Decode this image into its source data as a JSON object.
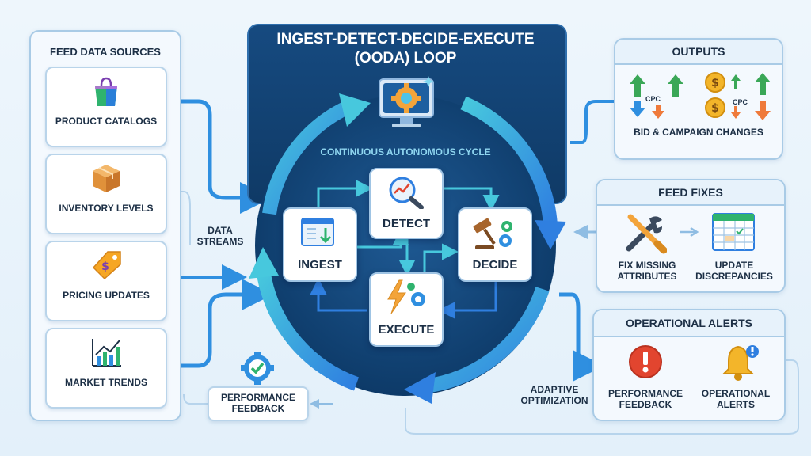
{
  "feed_sources": {
    "title": "FEED DATA SOURCES",
    "items": [
      {
        "label": "PRODUCT CATALOGS",
        "icon": "shopping-bag-icon"
      },
      {
        "label": "INVENTORY LEVELS",
        "icon": "box-icon"
      },
      {
        "label": "PRICING UPDATES",
        "icon": "price-tag-icon"
      },
      {
        "label": "MARKET TRENDS",
        "icon": "trend-chart-icon"
      }
    ]
  },
  "data_streams_label": "DATA STREAMS",
  "loop": {
    "title_line1": "INGEST-DETECT-DECIDE-EXECUTE",
    "title_line2": "(OODA) LOOP",
    "subtitle": "CONTINUOUS AUTONOMOUS CYCLE",
    "steps": {
      "ingest": "INGEST",
      "detect": "DETECT",
      "decide": "DECIDE",
      "execute": "EXECUTE"
    }
  },
  "performance_feedback_left": "PERFORMANCE FEEDBACK",
  "adaptive_label": "ADAPTIVE OPTIMIZATION",
  "outputs": {
    "title": "OUTPUTS",
    "cpc_label": "CPC",
    "caption": "BID & CAMPAIGN CHANGES"
  },
  "feed_fixes": {
    "title": "FEED FIXES",
    "items": [
      "FIX MISSING ATTRIBUTES",
      "UPDATE DISCREPANCIES"
    ]
  },
  "alerts": {
    "title": "OPERATIONAL ALERTS",
    "items": [
      "PERFORMANCE FEEDBACK",
      "OPERATIONAL ALERTS"
    ]
  },
  "colors": {
    "accent_blue": "#2f8fe0",
    "loop_panel": "#103e6e",
    "arrow_cyan": "#3bc1d8",
    "green_up": "#3aa757",
    "orange_down": "#ef7a3b",
    "alert_red": "#e2452f",
    "gold": "#f3b52a"
  }
}
